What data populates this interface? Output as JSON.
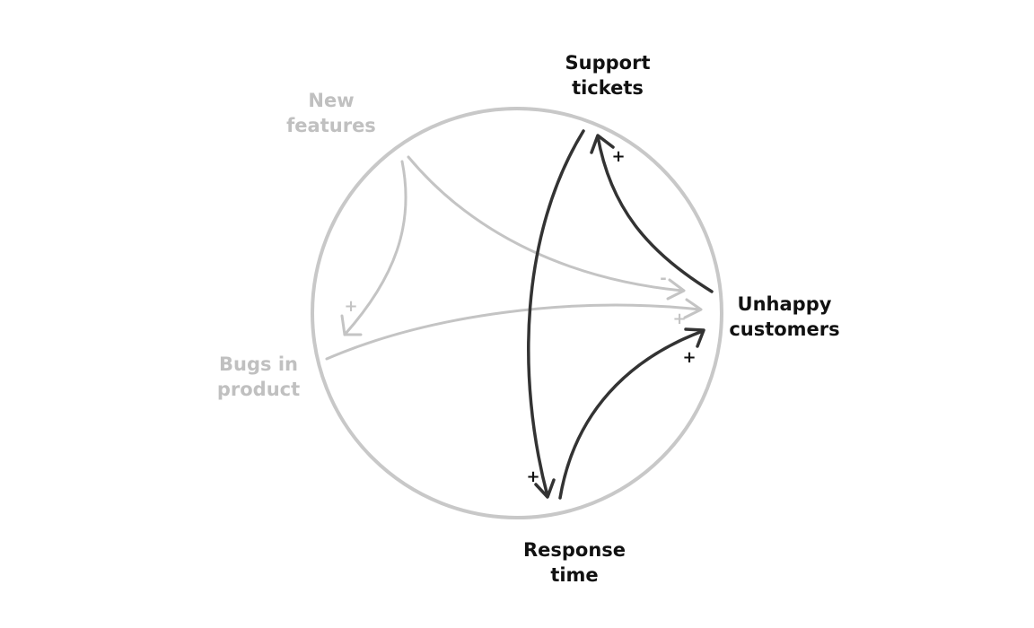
{
  "nodes": {
    "support_tickets": {
      "line1": "Support",
      "line2": "tickets"
    },
    "new_features": {
      "line1": "New",
      "line2": "features"
    },
    "unhappy_customers": {
      "line1": "Unhappy",
      "line2": "customers"
    },
    "bugs_in_product": {
      "line1": "Bugs in",
      "line2": "product"
    },
    "response_time": {
      "line1": "Response",
      "line2": "time"
    }
  },
  "links": [
    {
      "from": "New features",
      "to": "Bugs in product",
      "polarity": "+",
      "emphasis": "muted"
    },
    {
      "from": "New features",
      "to": "Unhappy customers",
      "polarity": "-",
      "emphasis": "muted"
    },
    {
      "from": "Bugs in product",
      "to": "Unhappy customers",
      "polarity": "+",
      "emphasis": "muted"
    },
    {
      "from": "Unhappy customers",
      "to": "Support tickets",
      "polarity": "+",
      "emphasis": "highlighted"
    },
    {
      "from": "Support tickets",
      "to": "Response time",
      "polarity": "+",
      "emphasis": "highlighted"
    },
    {
      "from": "Response time",
      "to": "Unhappy customers",
      "polarity": "+",
      "emphasis": "highlighted"
    }
  ],
  "colors": {
    "circle": "#c8c8c8",
    "muted": "#c4c4c4",
    "highlighted": "#333333"
  }
}
